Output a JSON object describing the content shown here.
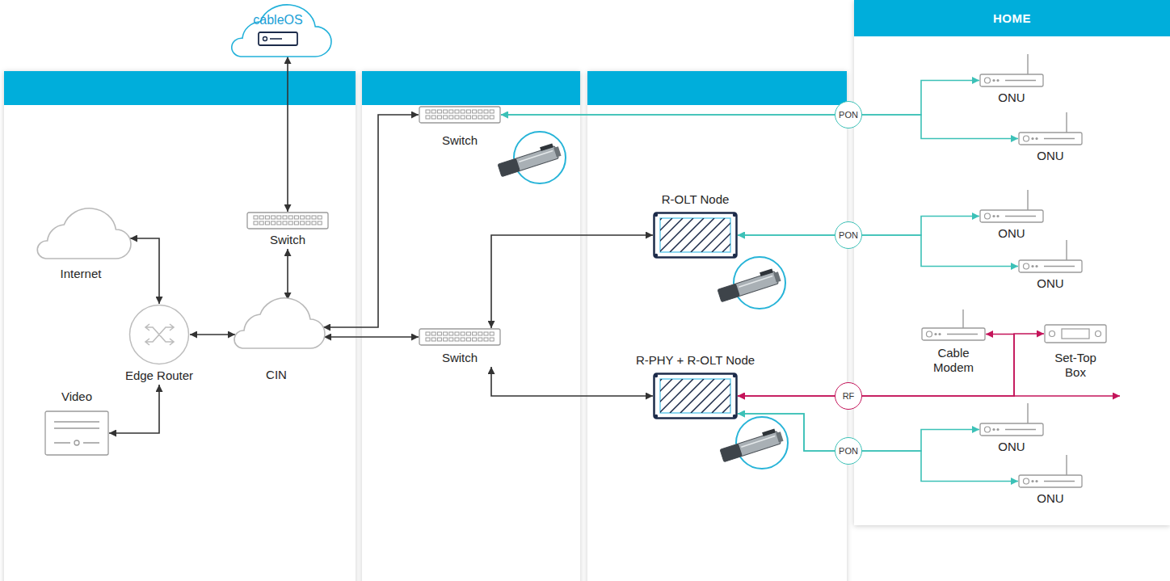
{
  "diagram": {
    "nodes": [
      {
        "text": [
          "cableOS"
        ]
      },
      {
        "text": [
          "Internet"
        ]
      },
      {
        "text": [
          "Switch"
        ]
      },
      {
        "text": [
          "Edge Router"
        ]
      },
      {
        "text": [
          "CIN"
        ]
      },
      {
        "text": [
          "Video"
        ]
      },
      {
        "text": [
          "Switch"
        ]
      },
      {
        "text": [
          "R-OLT Node"
        ]
      },
      {
        "text": [
          "Switch"
        ]
      },
      {
        "text": [
          "R-PHY + R-OLT Node"
        ]
      },
      {
        "text": [
          "HOME"
        ]
      },
      {
        "text": [
          "ONU"
        ],
        "in": 10
      },
      {
        "text": [
          "ONU"
        ],
        "in": 10
      },
      {
        "text": [
          "ONU"
        ],
        "in": 10
      },
      {
        "text": [
          "ONU"
        ],
        "in": 10
      },
      {
        "text": [
          "Cable Modem"
        ],
        "in": 10
      },
      {
        "text": [
          "Set-Top Box"
        ],
        "in": 10
      },
      {
        "text": [
          "ONU"
        ],
        "in": 10
      },
      {
        "text": [
          "ONU"
        ],
        "in": 10
      }
    ],
    "edges": [
      {
        "from": 1,
        "to": 3,
        "arrow": "both"
      },
      {
        "from": 5,
        "to": 3,
        "arrow": "both"
      },
      {
        "from": 3,
        "to": 4,
        "arrow": "both"
      },
      {
        "from": 0,
        "to": 2,
        "arrow": "both"
      },
      {
        "from": 2,
        "to": 4,
        "arrow": "both"
      },
      {
        "from": 4,
        "to": 6,
        "arrow": "both"
      },
      {
        "from": 4,
        "to": 8,
        "arrow": "both"
      },
      {
        "from": 8,
        "to": 7,
        "arrow": "both"
      },
      {
        "from": 8,
        "to": 9,
        "arrow": "both"
      },
      {
        "from": 6,
        "to": 11,
        "arrow": "both",
        "label": "PON"
      },
      {
        "from": 6,
        "to": 12,
        "arrow": "both"
      },
      {
        "from": 7,
        "to": 13,
        "arrow": "both",
        "label": "PON"
      },
      {
        "from": 7,
        "to": 14,
        "arrow": "both"
      },
      {
        "from": 9,
        "to": 15,
        "arrow": "both",
        "label": "RF"
      },
      {
        "from": 9,
        "to": 16,
        "arrow": "both"
      },
      {
        "from": 9,
        "to": 17,
        "arrow": "both",
        "label": "PON"
      },
      {
        "from": 9,
        "to": 18,
        "arrow": "both"
      }
    ]
  }
}
